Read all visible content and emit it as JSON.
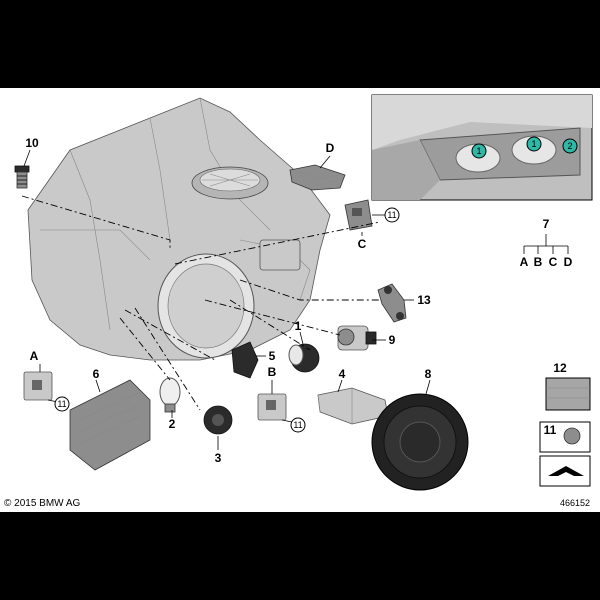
{
  "diagram": {
    "part_labels": {
      "p1": "1",
      "p2": "2",
      "p3": "3",
      "p4": "4",
      "p5": "5",
      "p6": "6",
      "p7": "7",
      "p8": "8",
      "p9": "9",
      "p10": "10",
      "p11": "11",
      "p12": "12",
      "p13": "13"
    },
    "letter_labels": {
      "A": "A",
      "B": "B",
      "C": "C",
      "D": "D"
    },
    "callout_11": "11",
    "inset_markers": {
      "m1": "1",
      "m1b": "1",
      "m2": "2"
    },
    "group_7_letters": [
      "A",
      "B",
      "C",
      "D"
    ]
  },
  "copyright": "© 2015 BMW AG",
  "diagram_number": "466152"
}
